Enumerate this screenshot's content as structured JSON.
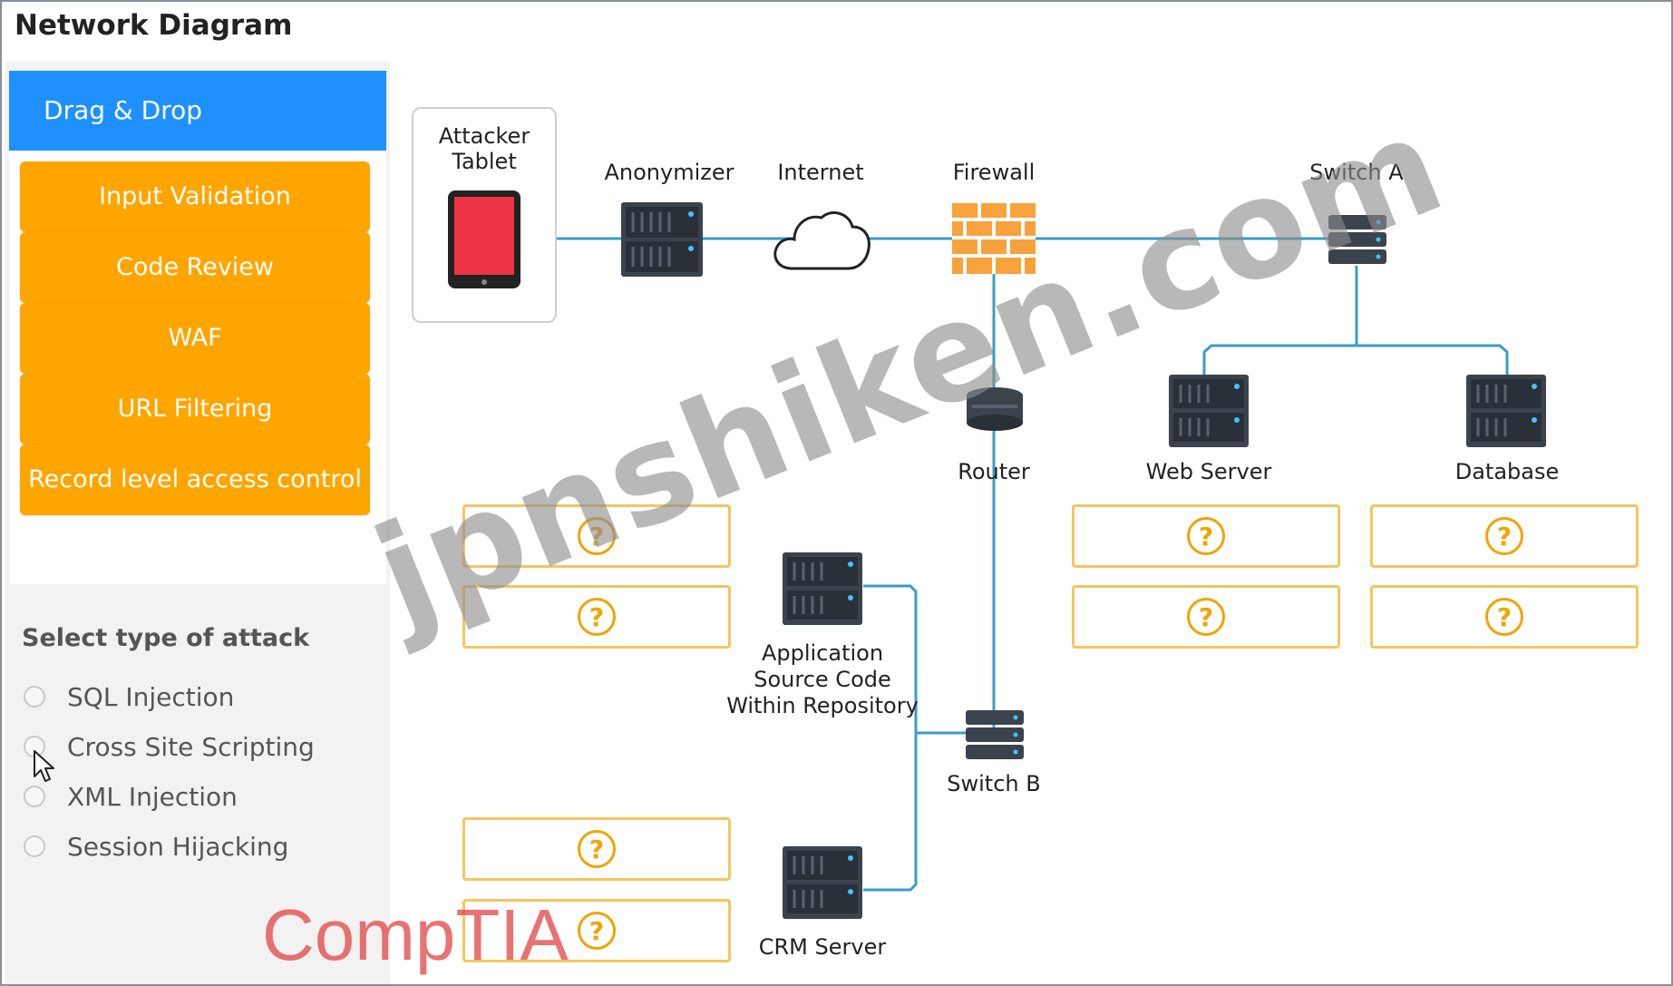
{
  "window": {
    "title": "Network Diagram"
  },
  "drag_drop": {
    "header": "Drag & Drop",
    "options": [
      "Input Validation",
      "Code Review",
      "WAF",
      "URL Filtering",
      "Record level access control"
    ]
  },
  "attack": {
    "title": "Select type of attack",
    "options": [
      "SQL Injection",
      "Cross Site Scripting",
      "XML Injection",
      "Session Hijacking"
    ]
  },
  "diagram": {
    "nodes": {
      "attacker": "Attacker Tablet",
      "anonymizer": "Anonymizer",
      "internet": "Internet",
      "firewall": "Firewall",
      "switch_a": "Switch A",
      "router": "Router",
      "web_server": "Web Server",
      "database": "Database",
      "app_repo_line1": "Application",
      "app_repo_line2": "Source Code",
      "app_repo_line3": "Within Repository",
      "switch_b": "Switch B",
      "crm_server": "CRM Server"
    },
    "placeholder_glyph": "?"
  },
  "overlay": {
    "watermark": "jpnshiken.com",
    "brand": "CompTIA"
  },
  "colors": {
    "accent": "#1e90ff",
    "option": "#ffa500",
    "link": "#3a9cc7",
    "slot_border": "#f5c560"
  }
}
